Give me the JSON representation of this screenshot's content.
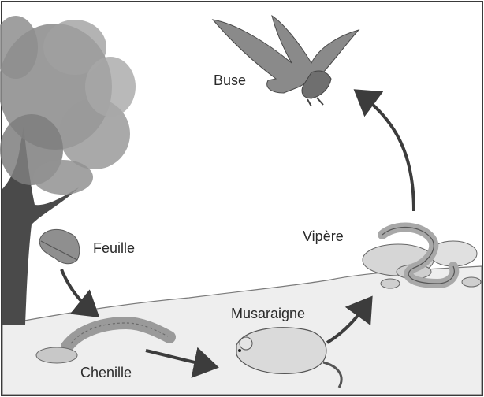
{
  "organisms": {
    "buse": "Buse",
    "feuille": "Feuille",
    "vipere": "Vipère",
    "musaraigne": "Musaraigne",
    "chenille": "Chenille"
  },
  "colors": {
    "frame": "#3a3a3a",
    "ground_fill": "#ececec",
    "arrow": "#3c3c3c",
    "tree_foliage": "#8a8a8a",
    "tree_trunk": "#4a4a4a",
    "animal_fill": "#dadada"
  }
}
